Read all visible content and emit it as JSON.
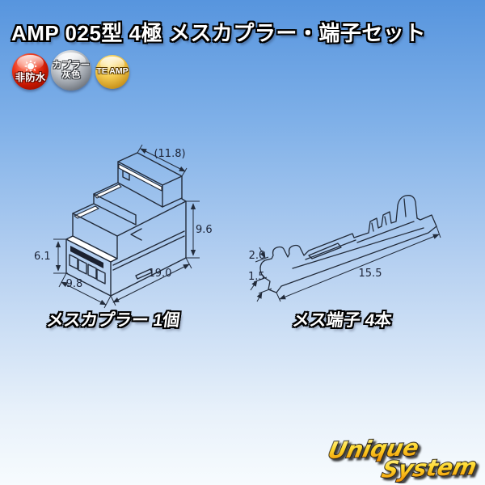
{
  "title": "AMP 025型 4極 メスカプラー・端子セット",
  "badges": {
    "waterproof": {
      "label": "非防水",
      "icon": "sun-icon",
      "color": "#cc1a0e"
    },
    "coupler_color": {
      "line1": "カプラー",
      "line2": "灰色",
      "color": "#9aa0a6"
    },
    "brand": {
      "label": "TE AMP",
      "color": "#c89a32"
    }
  },
  "coupler": {
    "caption": "メスカプラー 1個",
    "dims": {
      "top_width": "(11.8)",
      "rear_height": "9.6",
      "front_height": "6.1",
      "front_width": "9.8",
      "length": "19.0"
    }
  },
  "terminal": {
    "caption": "メス端子 4本",
    "dims": {
      "height": "2.0",
      "tip": "1.5",
      "length": "15.5"
    }
  },
  "logo": {
    "line1": "Unique",
    "line2": "System"
  },
  "colors": {
    "bg_top": "#5795de",
    "bg_bottom": "#f7fbfe",
    "line": "#222b3a",
    "logo_yellow": "#ffd92e",
    "logo_orange": "#ef8d00"
  }
}
